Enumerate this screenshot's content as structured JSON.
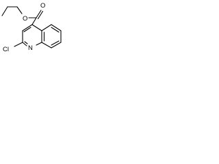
{
  "structure": {
    "atoms": {
      "ester_oxygen_ether": "O",
      "ester_oxygen_carbonyl": "O",
      "chlorine": "Cl",
      "ring_nitrogen": "N"
    }
  }
}
